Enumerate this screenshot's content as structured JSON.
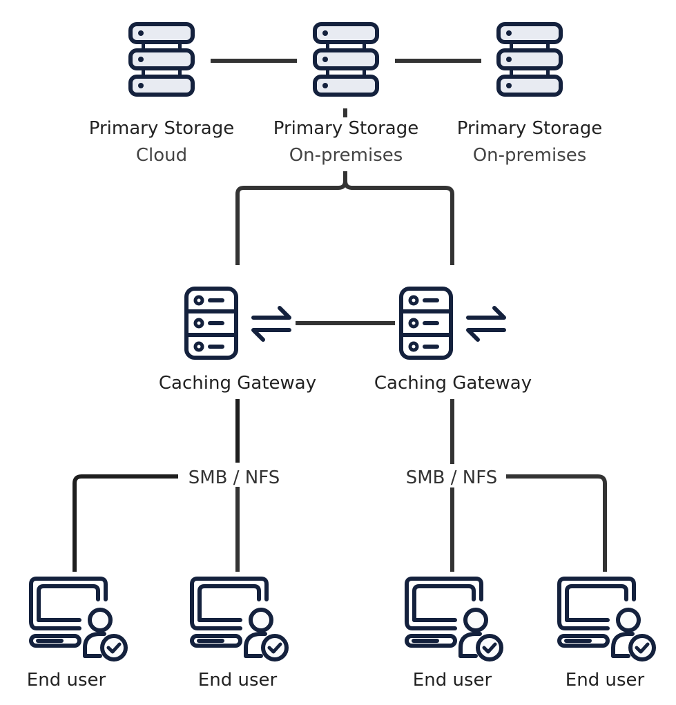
{
  "colors": {
    "icon": "#14213d",
    "icon_fill": "#e8ebf2",
    "edge": "#333333",
    "label": "#222222",
    "sublabel": "#444444"
  },
  "nodes": {
    "storage_cloud": {
      "icon": "server-rack-icon",
      "title": "Primary Storage",
      "subtitle": "Cloud"
    },
    "storage_onprem_1": {
      "icon": "server-rack-icon",
      "title": "Primary Storage",
      "subtitle": "On-premises"
    },
    "storage_onprem_2": {
      "icon": "server-rack-icon",
      "title": "Primary Storage",
      "subtitle": "On-premises"
    },
    "gateway_1": {
      "icon": "caching-server-icon",
      "sync_icon": "sync-arrows-icon",
      "title": "Caching Gateway"
    },
    "gateway_2": {
      "icon": "caching-server-icon",
      "sync_icon": "sync-arrows-icon",
      "title": "Caching Gateway"
    },
    "user_1": {
      "icon": "user-computer-check-icon",
      "title": "End user"
    },
    "user_2": {
      "icon": "user-computer-check-icon",
      "title": "End user"
    },
    "user_3": {
      "icon": "user-computer-check-icon",
      "title": "End user"
    },
    "user_4": {
      "icon": "user-computer-check-icon",
      "title": "End user"
    }
  },
  "edges": [
    {
      "from": "storage_cloud",
      "to": "storage_onprem_1"
    },
    {
      "from": "storage_onprem_1",
      "to": "storage_onprem_2"
    },
    {
      "from": "storage_onprem_1",
      "to": "gateway_1"
    },
    {
      "from": "storage_onprem_1",
      "to": "gateway_2"
    },
    {
      "from": "gateway_1",
      "to": "gateway_2"
    },
    {
      "from": "gateway_1",
      "to": "user_1",
      "label": "SMB / NFS"
    },
    {
      "from": "gateway_1",
      "to": "user_2",
      "label": "SMB / NFS"
    },
    {
      "from": "gateway_2",
      "to": "user_3",
      "label": "SMB / NFS"
    },
    {
      "from": "gateway_2",
      "to": "user_4",
      "label": "SMB / NFS"
    }
  ],
  "edge_labels": {
    "left": "SMB / NFS",
    "right": "SMB / NFS"
  }
}
